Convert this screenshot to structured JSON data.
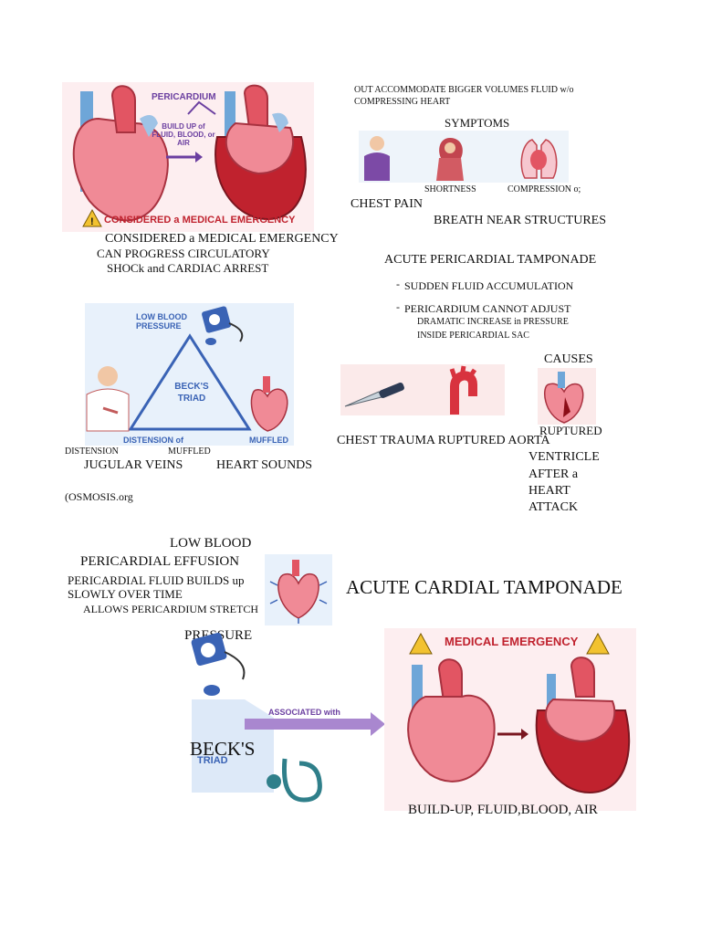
{
  "top_illustration": {
    "pericardium_label": "PERICARDIUM",
    "buildup_label": "BUILD UP of FLUID, BLOOD, or AIR",
    "emergency_banner": "CONSIDERED a MEDICAL EMERGENCY"
  },
  "left_notes": {
    "line1": "CONSIDERED a MEDICAL EMERGENCY",
    "line2": "CAN PROGRESS CIRCULATORY",
    "line3": "SHOCk and CARDIAC ARREST"
  },
  "top_right": {
    "line1": "OUT ACCOMMODATE BIGGER VOLUMES FLUID w/o",
    "line2": "COMPRESSING HEART",
    "symptoms_title": "SYMPTOMS",
    "shortness": "SHORTNESS",
    "compression": "COMPRESSION o;",
    "chest_pain": "CHEST PAIN",
    "breath_near": "BREATH  NEAR STRUCTURES"
  },
  "acute_tamponade": {
    "title": "ACUTE PERICARDIAL TAMPONADE",
    "bullet1": "SUDDEN FLUID ACCUMULATION",
    "bullet2": "PERICARDIUM CANNOT ADJUST",
    "sub1": "DRAMATIC INCREASE in PRESSURE",
    "sub2": "INSIDE PERICARDIAL SAC",
    "bullet_mark": "-"
  },
  "becks_illustration": {
    "low_bp": "LOW BLOOD PRESSURE",
    "triad": "BECK'S TRIAD",
    "distension_of": "DISTENSION of",
    "muffled": "MUFFLED"
  },
  "becks_notes": {
    "distension": "DISTENSION",
    "muffled": "MUFFLED",
    "jugular": "JUGULAR VEINS",
    "heart_sounds": "HEART SOUNDS",
    "source": "(OSMOSIS.org"
  },
  "causes": {
    "title": "CAUSES",
    "chest_trauma": "CHEST TRAUMA RUPTURED AORTA",
    "ruptured": "RUPTURED",
    "ventricle": "VENTRICLE",
    "after_a": "AFTER a",
    "heart": "HEART",
    "attack": "ATTACK"
  },
  "effusion": {
    "low_blood": "LOW BLOOD",
    "title": "PERICARDIAL EFFUSION",
    "line1": "PERICARDIAL FLUID BUILDS up",
    "line2": "SLOWLY OVER TIME",
    "line3": "ALLOWS PERICARDIUM STRETCH",
    "pressure": "PRESSURE"
  },
  "acute_cardial": {
    "title": "ACUTE CARDIAL TAMPONADE"
  },
  "bottom_left_illustration": {
    "associated": "ASSOCIATED with",
    "becks": "BECK'S",
    "triad": "TRIAD"
  },
  "bottom_right_illustration": {
    "banner": "MEDICAL EMERGENCY",
    "caption": "BUILD-UP, FLUID,BLOOD,  AIR"
  }
}
